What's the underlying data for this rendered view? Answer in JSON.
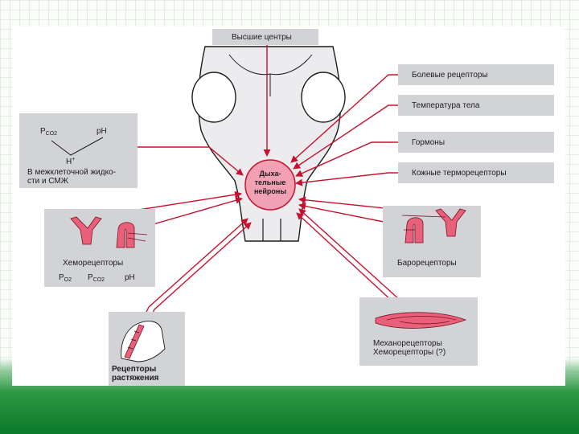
{
  "top_center": {
    "text": "Высшие центры"
  },
  "center": {
    "line1": "Дыха-",
    "line2": "тельные",
    "line3": "нейроны"
  },
  "right_boxes": {
    "pain": "Болевые рецепторы",
    "temp": "Температура тела",
    "hormones": "Гормоны",
    "skin": "Кожные терморецепторы"
  },
  "fluid_box": {
    "p_label": "P",
    "p_sub": "CO2",
    "ph": "pH",
    "h": "H",
    "h_sup": "+",
    "caption1": "В межклеточной жидко-",
    "caption2": "сти и СМЖ"
  },
  "chemo_box": {
    "title": "Хеморецепторы",
    "p1": "P",
    "p1_sub": "O2",
    "p2": "P",
    "p2_sub": "CO2",
    "ph": "pH"
  },
  "baro_box": {
    "title": "Барорецепторы"
  },
  "stretch_box": {
    "line1": "Рецепторы",
    "line2": "растяжения"
  },
  "mech_box": {
    "line1": "Механорецепторы",
    "line2": "Хеморецепторы (?)"
  },
  "colors": {
    "arrow": "#c8102e",
    "receptor": "#e8607a",
    "neurons": "#f2a0b4",
    "box": "#d2d3d6",
    "band": "#0b7a2a"
  }
}
